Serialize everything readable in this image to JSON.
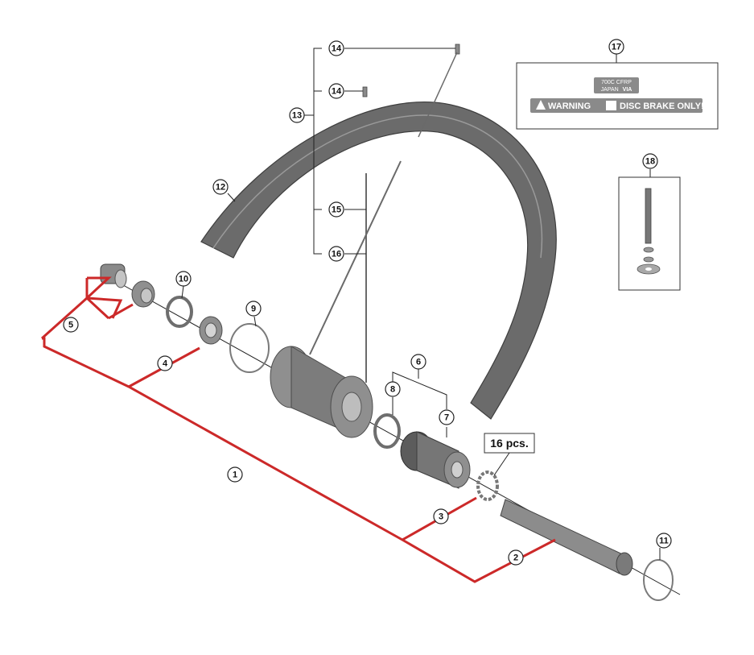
{
  "callouts": [
    "1",
    "2",
    "3",
    "4",
    "5",
    "6",
    "7",
    "8",
    "9",
    "10",
    "11",
    "12",
    "13",
    "14",
    "14",
    "15",
    "16",
    "17",
    "18"
  ],
  "quantity_label": "16 pcs.",
  "sticker": {
    "line1": "700C CFRP",
    "line2": "JAPAN",
    "line2_brand": "VIA",
    "warning": "WARNING",
    "disc": "DISC BRAKE ONLY!"
  },
  "colors": {
    "bracket": "#cc2929",
    "rim": "#6b6b6b",
    "parts": "#8f8f8f",
    "sticker": "#8a8a8a"
  }
}
